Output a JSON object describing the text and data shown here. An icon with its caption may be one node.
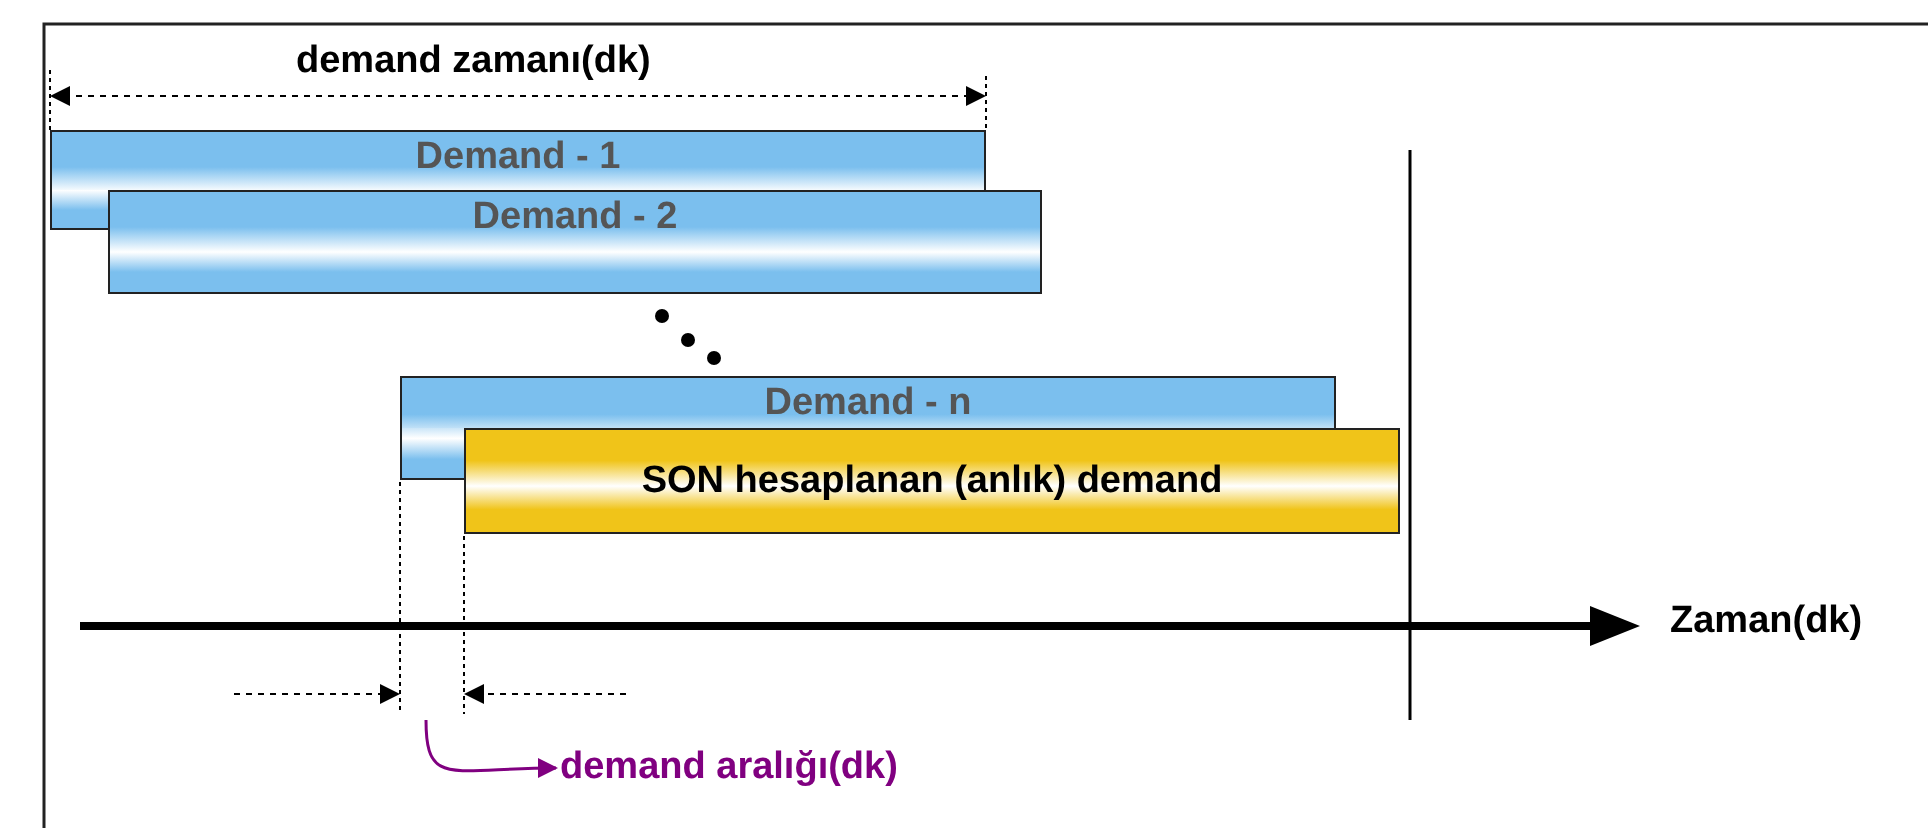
{
  "diagram": {
    "nodes": [
      {
        "text": [
          "Demand - 1"
        ]
      },
      {
        "text": [
          "Demand - 2"
        ]
      },
      {
        "text": [
          "Demand - n"
        ]
      },
      {
        "text": [
          "SON hesaplanan (anlık) demand"
        ]
      },
      {
        "text": [
          "demand aralığı(dk)"
        ]
      }
    ],
    "edges": [
      {
        "from": null,
        "to": 4,
        "arrow": "to",
        "color": "#800080"
      }
    ],
    "labels": [
      "demand zamanı(dk)",
      "Zaman(dk)"
    ]
  }
}
